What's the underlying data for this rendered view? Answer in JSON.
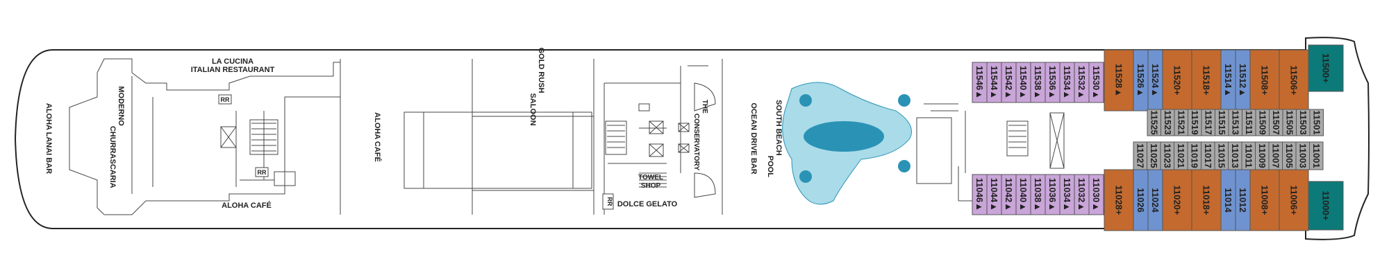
{
  "deck": {
    "venues": {
      "aloha_lanai_bar": "ALOHA LANAI BAR",
      "moderno": "MODERNO\nCHURRASCARIA",
      "la_cucina": "LA CUCINA\nITALIAN RESTAURANT",
      "aloha_cafe_bottom": "ALOHA CAFÉ",
      "aloha_cafe_vertical": "ALOHA CAFÉ",
      "gold_rush": "GOLD RUSH\nSALOON",
      "towel_shop": "TOWEL\nSHOP",
      "dolce_gelato": "DOLCE GELATO",
      "conservatory": "THE\nCONSERVATORY",
      "ocean_drive": "OCEAN DRIVE BAR",
      "south_beach": "SOUTH BEACH\nPOOL",
      "rr": "RR"
    },
    "colors": {
      "purple": "#c9a5d9",
      "orange": "#c46a2e",
      "blue": "#6f93d0",
      "teal": "#0c7a78",
      "grey": "#a9a9a9",
      "pool_light": "#a9dbe8",
      "pool_dark": "#2a93b5"
    },
    "cabins": {
      "top_purple": [
        "11546▲",
        "11544▲",
        "11542▲",
        "11540▲",
        "11538▲",
        "11536▲",
        "11534▲",
        "11532▲",
        "11530▲"
      ],
      "top_mixed": [
        {
          "label": "11528▲",
          "color": "orange"
        },
        {
          "label": "11526▲",
          "color": "blue"
        },
        {
          "label": "11524▲",
          "color": "blue"
        },
        {
          "label": "11520+",
          "color": "orange"
        },
        {
          "label": "11518+",
          "color": "orange"
        },
        {
          "label": "11514▲",
          "color": "blue"
        },
        {
          "label": "11512▲",
          "color": "blue"
        },
        {
          "label": "11508+",
          "color": "orange"
        },
        {
          "label": "11506+",
          "color": "orange"
        },
        {
          "label": "11500+",
          "color": "teal"
        }
      ],
      "mid_top_grey": [
        "11525",
        "11523",
        "11521",
        "11519",
        "11517",
        "11515",
        "11513",
        "11511",
        "11509",
        "11507",
        "11505",
        "11503",
        "11501"
      ],
      "mid_bottom_grey": [
        "11027",
        "11025",
        "11023",
        "11021",
        "11019",
        "11017",
        "11015",
        "11013",
        "11011",
        "11009",
        "11007",
        "11005",
        "11003",
        "11001"
      ],
      "bottom_purple": [
        "11046▲",
        "11044▲",
        "11042▲",
        "11040▲",
        "11038▲",
        "11036▲",
        "11034▲",
        "11032▲",
        "11030▲"
      ],
      "bottom_mixed": [
        {
          "label": "11028+",
          "color": "orange"
        },
        {
          "label": "11026",
          "color": "blue"
        },
        {
          "label": "11024",
          "color": "blue"
        },
        {
          "label": "11020+",
          "color": "orange"
        },
        {
          "label": "11018+",
          "color": "orange"
        },
        {
          "label": "11014",
          "color": "blue"
        },
        {
          "label": "11012",
          "color": "blue"
        },
        {
          "label": "11008+",
          "color": "orange"
        },
        {
          "label": "11006+",
          "color": "orange"
        },
        {
          "label": "11000+",
          "color": "teal"
        }
      ]
    }
  }
}
